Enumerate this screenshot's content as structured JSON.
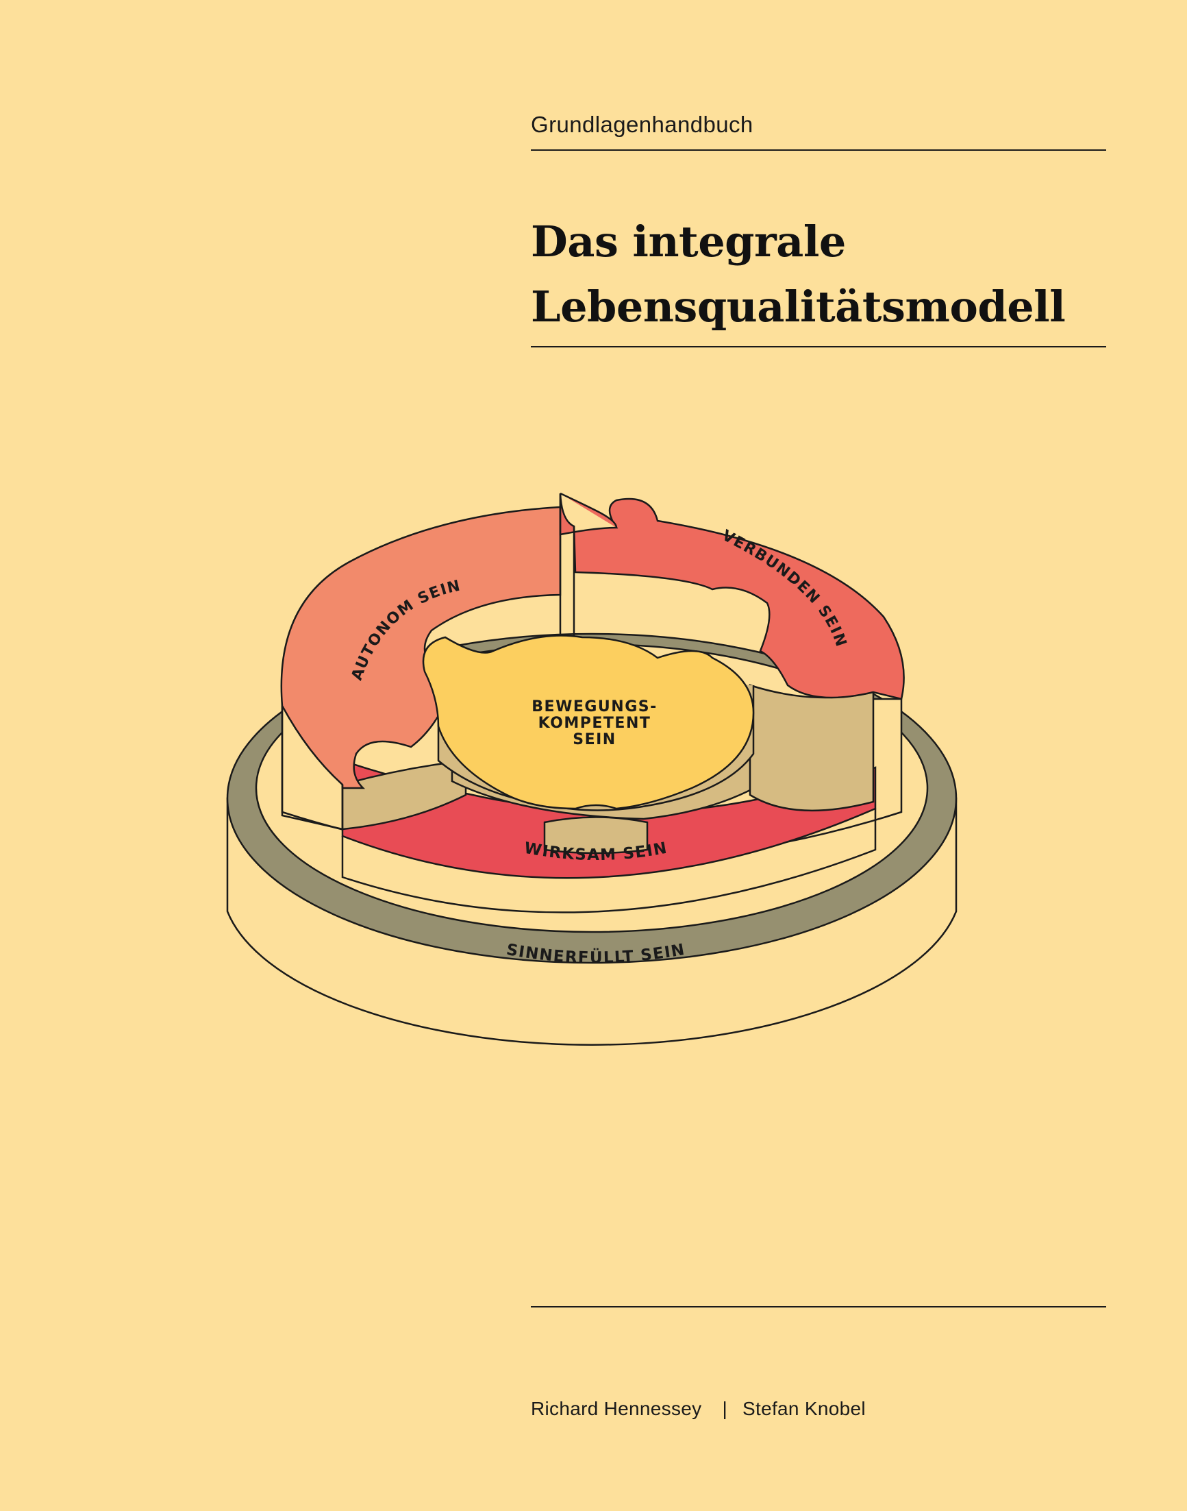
{
  "cover": {
    "subtitle": "Grundlagenhandbuch",
    "title_line1": "Das integrale",
    "title_line2": "Lebensqualitätsmodell",
    "author1": "Richard Hennessey",
    "separator": "|",
    "author2": "Stefan Knobel"
  },
  "model": {
    "center_line1": "BEWEGUNGS-",
    "center_line2": "KOMPETENT",
    "center_line3": "SEIN",
    "autonom": "AUTONOM SEIN",
    "verbunden": "VERBUNDEN SEIN",
    "wirksam": "WIRKSAM SEIN",
    "sinnerfuellt": "SINNERFÜLLT SEIN"
  },
  "colors": {
    "background": "#fde09b",
    "center": "#fccf5f",
    "autonom": "#f28a6b",
    "verbunden": "#ee6a5d",
    "wirksam": "#e84c55",
    "sinnerfuellt": "#969070",
    "inner_wall": "#d6bb82"
  }
}
